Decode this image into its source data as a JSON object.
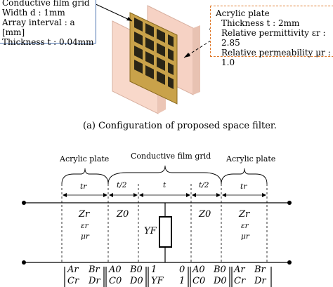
{
  "figure_a": {
    "grid_box": {
      "title": "Conductive film grid",
      "line1": "Width d : 1mm",
      "line2": "Array interval : a [mm]",
      "line3": "Thickness t : 0.04mm"
    },
    "acrylic_box": {
      "title": "Acrylic plate",
      "line1": "Thickness t : 2mm",
      "line2": "Relative permittivity εr : 2.85",
      "line3": "Relative permeability μr : 1.0"
    },
    "caption": "(a) Configuration of proposed space filter."
  },
  "figure_b": {
    "labels": {
      "acrylic_left": "Acrylic plate",
      "grid": "Conductive film grid",
      "acrylic_right": "Acrylic plate"
    },
    "dims": {
      "tr_left": "tr",
      "half1": "t/2",
      "t": "t",
      "half2": "t/2",
      "tr_right": "tr"
    },
    "sections": {
      "zr_left": "Zr",
      "er_left": "εr",
      "mr_left": "μr",
      "z0_left": "Z0",
      "yf": "YF",
      "z0_right": "Z0",
      "zr_right": "Zr",
      "er_right": "εr",
      "mr_right": "μr"
    },
    "matrices": [
      {
        "a": "Ar",
        "b": "Br",
        "c": "Cr",
        "d": "Dr"
      },
      {
        "a": "A0",
        "b": "B0",
        "c": "C0",
        "d": "D0"
      },
      {
        "a": "1",
        "b": "0",
        "c": "YF",
        "d": "1"
      },
      {
        "a": "A0",
        "b": "B0",
        "c": "C0",
        "d": "D0"
      },
      {
        "a": "Ar",
        "b": "Br",
        "c": "Cr",
        "d": "Dr"
      }
    ]
  }
}
